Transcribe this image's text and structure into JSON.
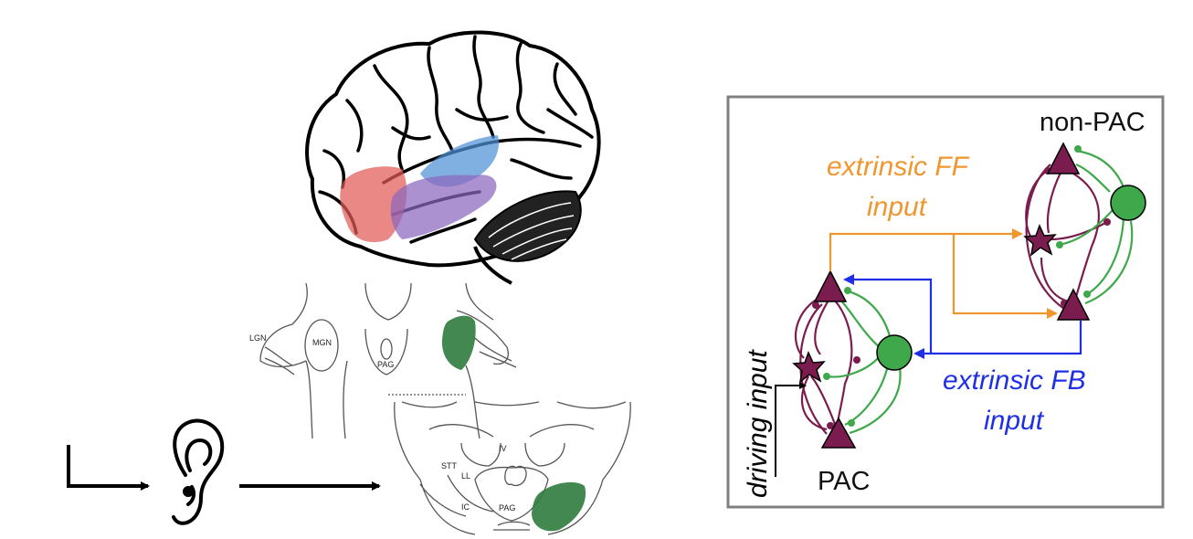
{
  "colors": {
    "purple": "#7a1d4e",
    "green": "#3ea84a",
    "orange": "#f0962e",
    "blue": "#1e2fe6",
    "frontal_region": "#e05a55",
    "temporal_blue": "#4f90d6",
    "temporal_purple": "#8a66bd",
    "midbrain_green": "#2f7a3e"
  },
  "icons": [
    "sound-wave-icon",
    "ear-icon",
    "brain-illustration"
  ],
  "brainstem_labels": {
    "lgn": "LGN",
    "mgn": "MGN",
    "pag_upper": "PAG",
    "iv": "IV",
    "stt": "STT",
    "ll": "LL",
    "ic": "IC",
    "pag_lower": "PAG"
  },
  "network": {
    "non_pac_label": "non-PAC",
    "pac_label": "PAC",
    "ff_line1": "extrinsic FF",
    "ff_line2": "input",
    "fb_line1": "extrinsic FB",
    "fb_line2": "input",
    "driving_label": "driving input"
  }
}
